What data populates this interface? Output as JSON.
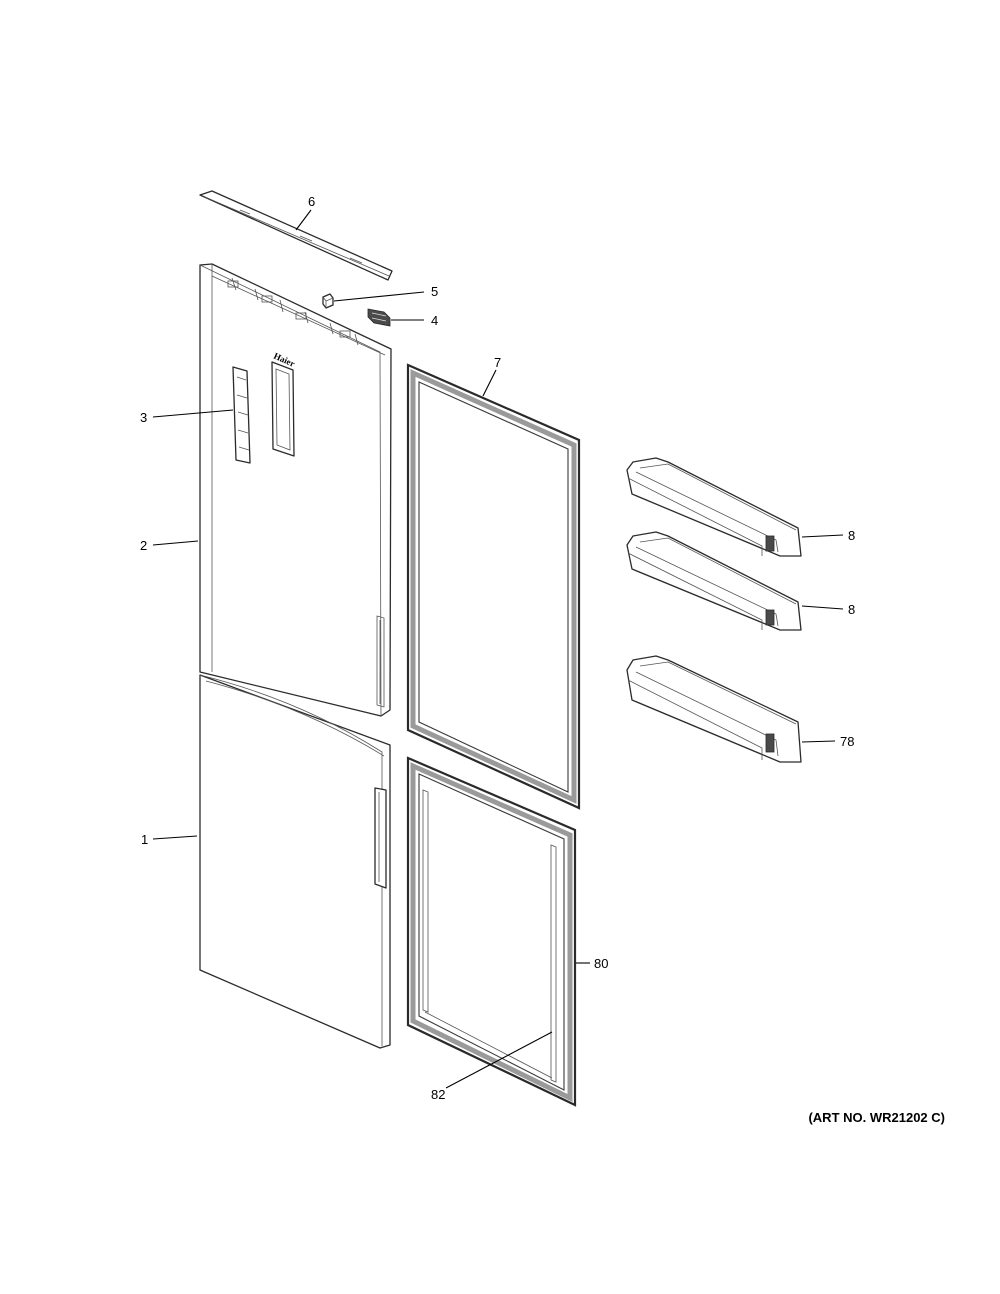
{
  "callouts": {
    "c1": "1",
    "c2": "2",
    "c3": "3",
    "c4": "4",
    "c5": "5",
    "c6": "6",
    "c7": "7",
    "c8a": "8",
    "c8b": "8",
    "c78": "78",
    "c80": "80",
    "c82": "82"
  },
  "door_logo": "Haier",
  "art_no": "(ART NO. WR21202 C)"
}
